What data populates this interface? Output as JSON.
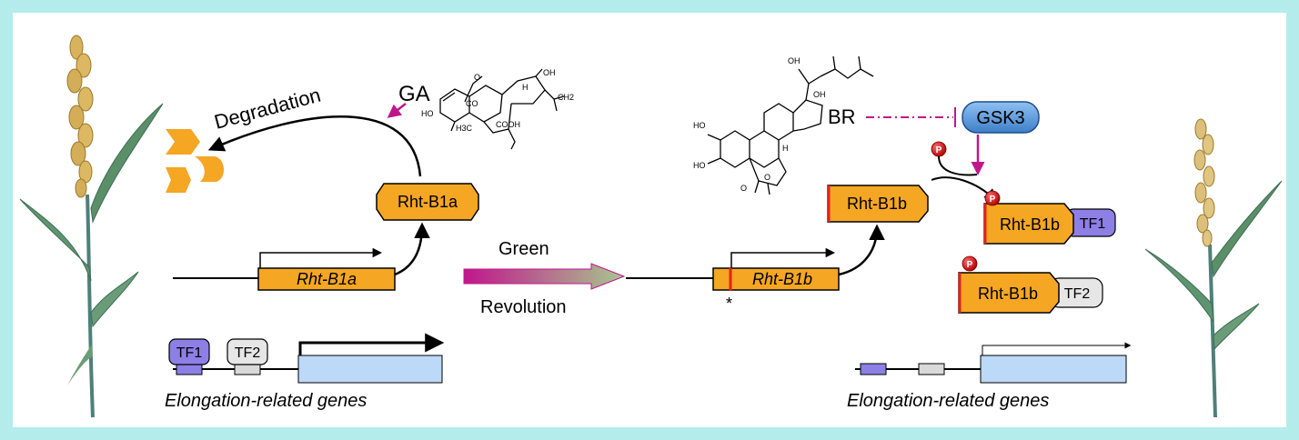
{
  "left": {
    "gene": "Rht-B1a",
    "protein": "Rht-B1a",
    "hormone": "GA",
    "degradation": "Degradation",
    "tf1": "TF1",
    "tf2": "TF2",
    "genes_label": "Elongation-related genes"
  },
  "middle": {
    "line1": "Green",
    "line2": "Revolution"
  },
  "right": {
    "gene": "Rht-B1b",
    "mutation_mark": "*",
    "protein": "Rht-B1b",
    "hormone": "BR",
    "kinase": "GSK3",
    "phospho": "P",
    "complex1_protein": "Rht-B1b",
    "complex1_tf": "TF1",
    "complex2_protein": "Rht-B1b",
    "complex2_tf": "TF2",
    "genes_label": "Elongation-related genes"
  },
  "ga_structure": {
    "oh_top": "OH",
    "o_ring": "O",
    "co": "CO",
    "ho": "HO",
    "h3c": "H3C",
    "cooh": "COOH",
    "ch2": "CH2",
    "h": "H"
  },
  "br_structure": {
    "oh_top": "OH",
    "oh_mid": "OH",
    "ho_1": "HO",
    "ho_2": "HO",
    "o_1": "O",
    "o_2": "O",
    "h": "H"
  },
  "colors": {
    "orange": "#f5a623",
    "orange_dark": "#c47d00",
    "mutation_red": "#e2231a",
    "magenta": "#c0168c",
    "tf1": "#8d7fe6",
    "tf2": "#d9d9d9",
    "gsk3": "#5b9be0",
    "gene_box": "#bcd9f7",
    "frame": "#b4ecec"
  }
}
